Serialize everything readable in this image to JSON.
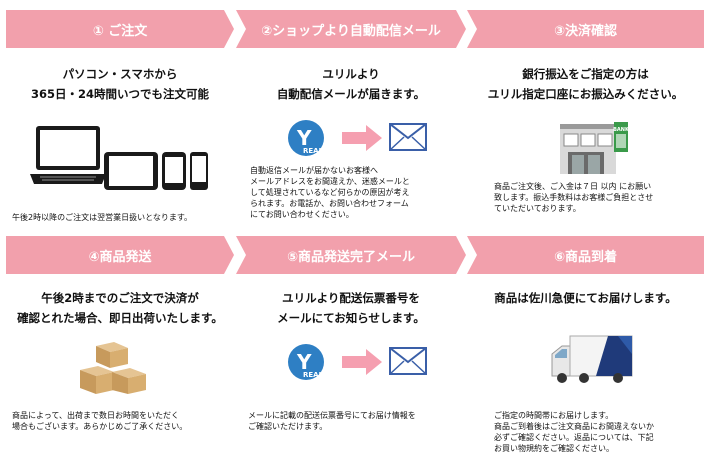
{
  "steps": [
    {
      "header": "① ご注文",
      "lead": [
        "パソコン・スマホから",
        "365日・24時間いつでも注文可能"
      ],
      "note": [
        "午後2時以降のご注文は翌営業日扱いとなります。"
      ]
    },
    {
      "header": "②ショップより自動配信メール",
      "lead": [
        "ユリルより",
        "自動配信メールが届きます。"
      ],
      "note": [
        "自動返信メールが届かないお客様へ",
        "メールアドレスをお間違えか、迷惑メールと",
        "して処理されているなど何らかの原因が考え",
        "られます。お電話か、お問い合わせフォーム",
        "にてお問い合わせください。"
      ],
      "logo_text": "REAL"
    },
    {
      "header": "③決済確認",
      "lead": [
        "銀行振込をご指定の方は",
        "ユリル指定口座にお振込みください。"
      ],
      "note": [
        "商品ご注文後、ご入金は７日 以内 にお願い",
        "致します。振込手数料はお客様ご負担とさせ",
        "ていただいております。"
      ],
      "sign_text": "BANK"
    },
    {
      "header": "④商品発送",
      "lead": [
        "午後2時までのご注文で決済が",
        "確認とれた場合、即日出荷いたします。"
      ],
      "note": [
        "商品によって、出荷まで数日お時間をいただく",
        "場合もございます。あらかじめご了承ください。"
      ]
    },
    {
      "header": "⑤商品発送完了メール",
      "lead": [
        "ユリルより配送伝票番号を",
        "メールにてお知らせします。"
      ],
      "note": [
        "メールに記載の配送伝票番号にてお届け情報を",
        "ご確認いただけます。"
      ],
      "logo_text": "REAL"
    },
    {
      "header": "⑥商品到着",
      "lead": [
        "商品は佐川急便にてお届けします。"
      ],
      "note": [
        "ご指定の時間帯にお届けします。",
        "商品ご到着後はご注文商品にお間違えないか",
        "必ずご確認ください。返品については、下記",
        "お買い物規約をご確認ください。"
      ]
    }
  ],
  "colors": {
    "header_bg": "#f2a0ac",
    "arrow": "#f59fb0",
    "envelope": "#3a5fa8",
    "logo_blue": "#2e7fc4"
  }
}
